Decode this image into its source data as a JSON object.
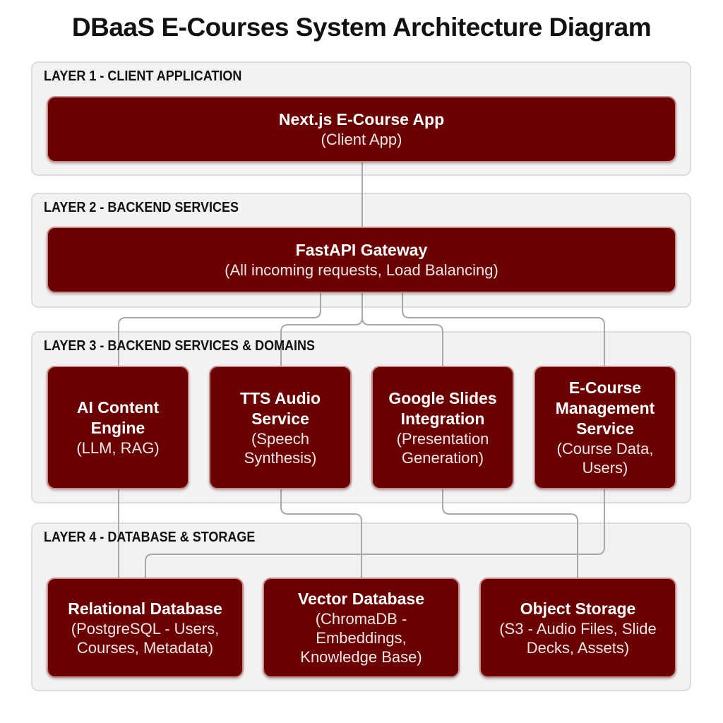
{
  "title": "DBaaS E-Courses System Architecture Diagram",
  "layers": [
    {
      "label": "LAYER 1 - CLIENT APPLICATION",
      "nodes": [
        {
          "title": "Next.js E-Course App",
          "subtitle": "(Client App)"
        }
      ]
    },
    {
      "label": "LAYER 2 - BACKEND SERVICES",
      "nodes": [
        {
          "title": "FastAPI Gateway",
          "subtitle": "(All incoming requests, Load Balancing)"
        }
      ]
    },
    {
      "label": "LAYER 3 - BACKEND SERVICES & DOMAINS",
      "nodes": [
        {
          "title": "AI Content Engine",
          "subtitle": "(LLM, RAG)"
        },
        {
          "title": "TTS Audio Service",
          "subtitle": "(Speech Synthesis)"
        },
        {
          "title": "Google Slides Integration",
          "subtitle": "(Presentation Generation)"
        },
        {
          "title": "E-Course Management Service",
          "subtitle": "(Course Data, Users)"
        }
      ]
    },
    {
      "label": "LAYER 4 - DATABASE & STORAGE",
      "nodes": [
        {
          "title": "Relational Database",
          "subtitle": "(PostgreSQL - Users, Courses, Metadata)"
        },
        {
          "title": "Vector Database",
          "subtitle": "(ChromaDB - Embeddings, Knowledge Base)"
        },
        {
          "title": "Object Storage",
          "subtitle": "(S3 - Audio Files, Slide Decks, Assets)"
        }
      ]
    }
  ],
  "colors": {
    "node": "#6b0000",
    "connector": "#a8a8a8",
    "panel": "#f2f2f2"
  }
}
